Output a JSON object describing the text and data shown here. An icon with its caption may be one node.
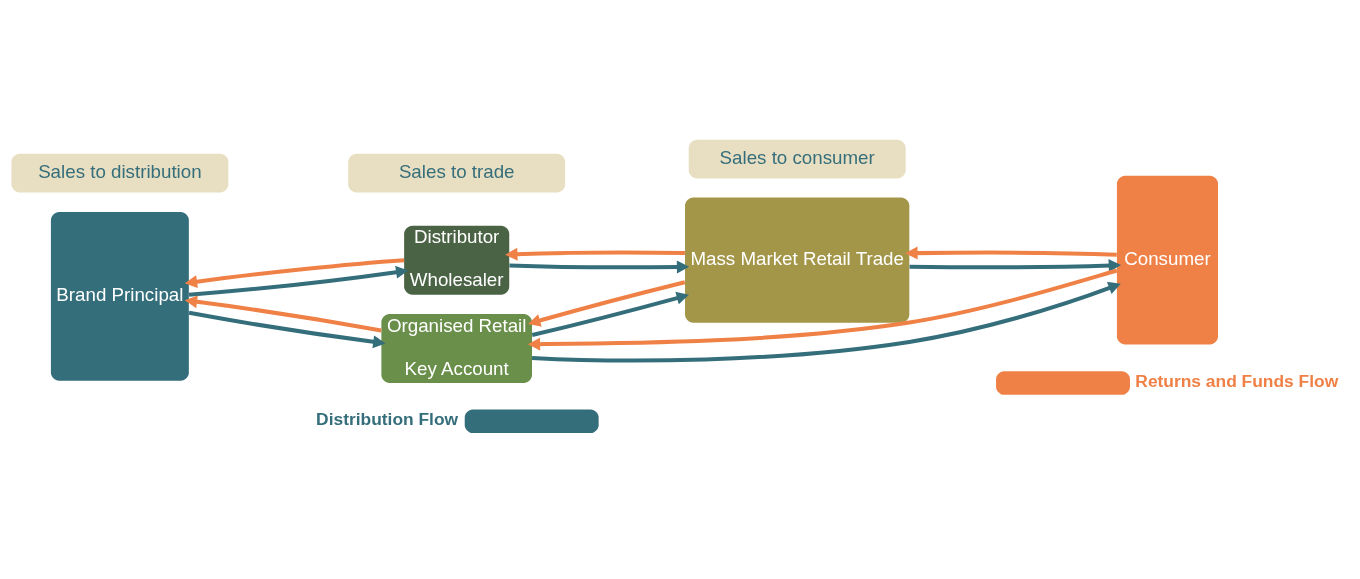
{
  "diagram": {
    "nodes": [
      {
        "text": [
          "Sales to distribution"
        ]
      },
      {
        "text": [
          "Sales to trade"
        ]
      },
      {
        "text": [
          "Sales to consumer"
        ]
      },
      {
        "text": [
          "Brand Principal"
        ]
      },
      {
        "text": [
          "Distributor",
          "Wholesaler"
        ]
      },
      {
        "text": [
          "Mass Market Retail Trade"
        ]
      },
      {
        "text": [
          "Consumer"
        ]
      },
      {
        "text": [
          "Organised Retail",
          "Key Account"
        ]
      }
    ],
    "edges": [
      {
        "from": 3,
        "to": 4,
        "arrow": "to",
        "color": "#356e7b"
      },
      {
        "from": 4,
        "to": 3,
        "arrow": "to",
        "color": "#ef8146"
      },
      {
        "from": 4,
        "to": 5,
        "arrow": "to",
        "color": "#356e7b"
      },
      {
        "from": 5,
        "to": 4,
        "arrow": "to",
        "color": "#ef8146"
      },
      {
        "from": 5,
        "to": 6,
        "arrow": "to",
        "color": "#356e7b"
      },
      {
        "from": 6,
        "to": 5,
        "arrow": "to",
        "color": "#ef8146"
      },
      {
        "from": 3,
        "to": 7,
        "arrow": "to",
        "color": "#356e7b"
      },
      {
        "from": 7,
        "to": 3,
        "arrow": "to",
        "color": "#ef8146"
      },
      {
        "from": 7,
        "to": 5,
        "arrow": "to",
        "color": "#356e7b"
      },
      {
        "from": 5,
        "to": 7,
        "arrow": "to",
        "color": "#ef8146"
      },
      {
        "from": 7,
        "to": 6,
        "arrow": "to",
        "color": "#356e7b"
      },
      {
        "from": 6,
        "to": 7,
        "arrow": "to",
        "color": "#ef8146"
      }
    ],
    "legend": [
      {
        "text": "Distribution Flow",
        "color": "#356e7b"
      },
      {
        "text": "Returns and Funds Flow",
        "color": "#ef8146"
      }
    ]
  }
}
